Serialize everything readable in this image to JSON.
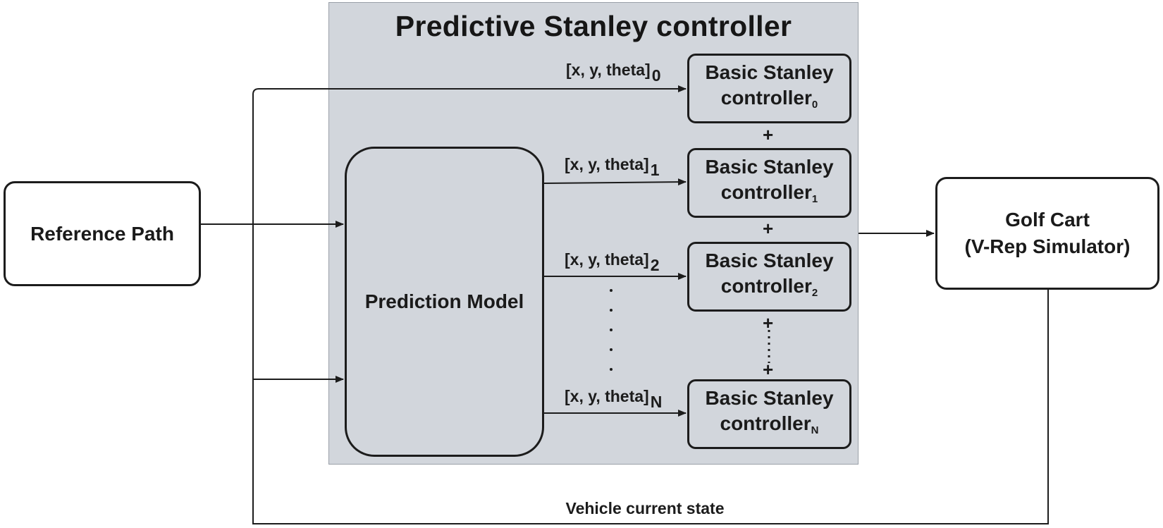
{
  "title": "Predictive Stanley controller",
  "blocks": {
    "reference_path": "Reference Path",
    "prediction_model": "Prediction Model",
    "golf_cart_line1": "Golf Cart",
    "golf_cart_line2": "(V-Rep Simulator)"
  },
  "controllers": [
    {
      "line1": "Basic Stanley",
      "line2": "controller",
      "sub": "0"
    },
    {
      "line1": "Basic Stanley",
      "line2": "controller",
      "sub": "1"
    },
    {
      "line1": "Basic Stanley",
      "line2": "controller",
      "sub": "2"
    },
    {
      "line1": "Basic Stanley",
      "line2": "controller",
      "sub": "N"
    }
  ],
  "state_labels": [
    {
      "text": "[x, y, theta]",
      "sub": "0"
    },
    {
      "text": "[x, y, theta]",
      "sub": "1"
    },
    {
      "text": "[x, y, theta]",
      "sub": "2"
    },
    {
      "text": "[x, y, theta]",
      "sub": "N"
    }
  ],
  "plus_sign": "+",
  "feedback_label": "Vehicle current state"
}
